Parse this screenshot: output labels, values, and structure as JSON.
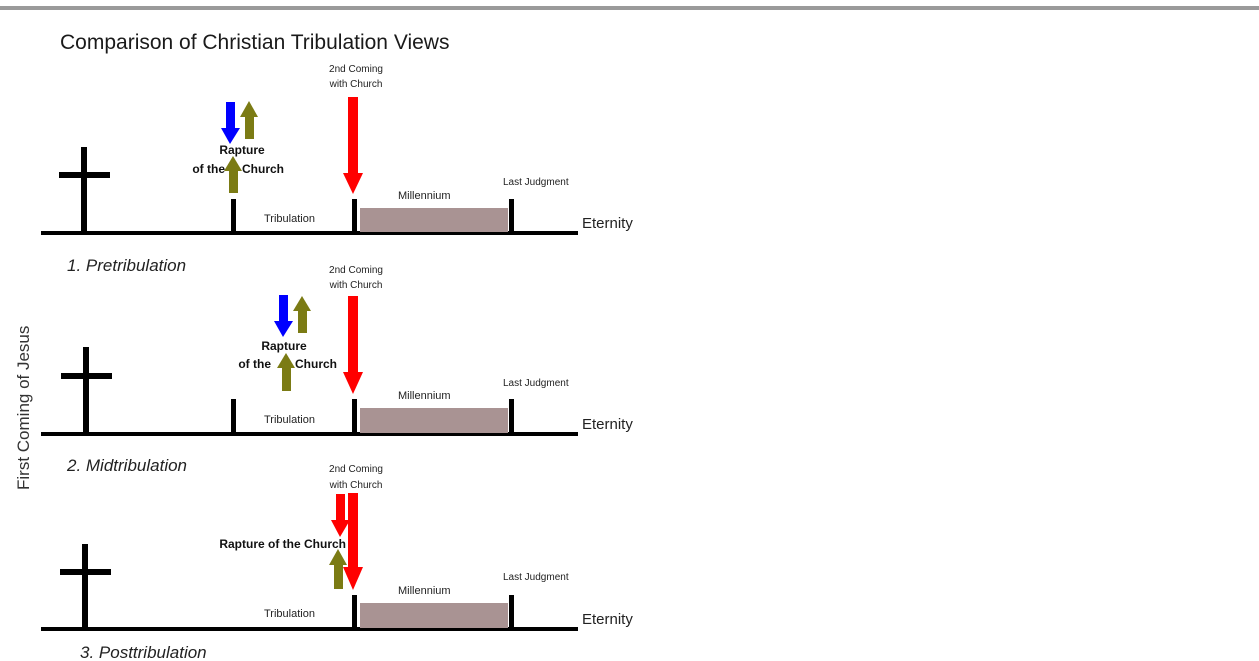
{
  "title": "Comparison of Christian Tribulation Views",
  "side_label": "First Coming of Jesus",
  "colors": {
    "line": "#000000",
    "millennium_fill": "#a99393",
    "second_coming_arrow": "#ff0000",
    "rapture_up_arrow": "#7b7b14",
    "rapture_down_blue": "#0000ff",
    "rapture_down_red": "#ff0000",
    "rule": "#9a9a9a"
  },
  "panels": [
    {
      "caption": "1. Pretribulation",
      "second_coming_label_line1": "2nd Coming",
      "second_coming_label_line2": "with Church",
      "rapture_label_line1": "Rapture",
      "rapture_label_line2": "of the",
      "rapture_label_line3": "Church",
      "tribulation_label": "Tribulation",
      "millennium_label": "Millennium",
      "last_judgment_label": "Last Judgment",
      "eternity_label": "Eternity"
    },
    {
      "caption": "2. Midtribulation",
      "second_coming_label_line1": "2nd Coming",
      "second_coming_label_line2": "with Church",
      "rapture_label_line1": "Rapture",
      "rapture_label_line2": "of the",
      "rapture_label_line3": "Church",
      "tribulation_label": "Tribulation",
      "millennium_label": "Millennium",
      "last_judgment_label": "Last Judgment",
      "eternity_label": "Eternity"
    },
    {
      "caption": "3. Posttribulation",
      "second_coming_label_line1": "2nd Coming",
      "second_coming_label_line2": "with Church",
      "rapture_label_line1": "Rapture of the Church",
      "tribulation_label": "Tribulation",
      "millennium_label": "Millennium",
      "last_judgment_label": "Last Judgment",
      "eternity_label": "Eternity"
    }
  ]
}
